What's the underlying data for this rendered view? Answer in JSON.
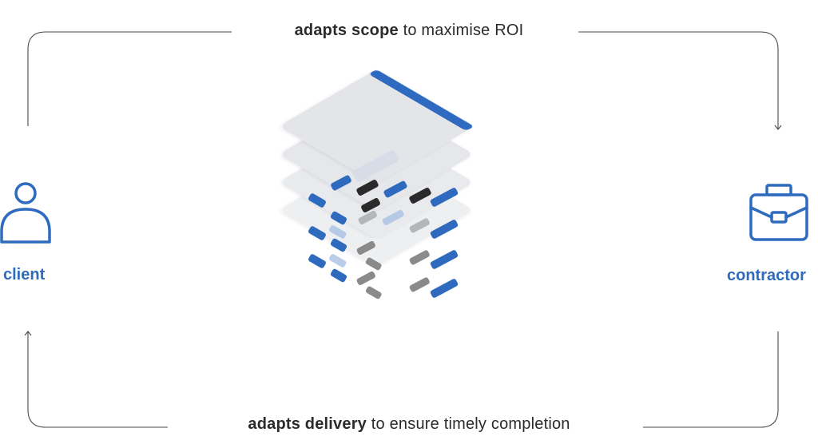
{
  "top_caption": {
    "bold": "adapts scope",
    "rest": "to maximise ROI"
  },
  "bottom_caption": {
    "bold": "adapts delivery",
    "rest": "to ensure timely completion"
  },
  "client": {
    "label": "client",
    "icon": "person-icon"
  },
  "contractor": {
    "label": "contractor",
    "icon": "briefcase-icon"
  },
  "colors": {
    "accent": "#2e6bbf",
    "line": "#4a4a4a",
    "text": "#2b2b2b",
    "sheet": "#e8e9ec",
    "chip_dark": "#2a2a2a",
    "chip_gray": "#8a8a8a"
  }
}
